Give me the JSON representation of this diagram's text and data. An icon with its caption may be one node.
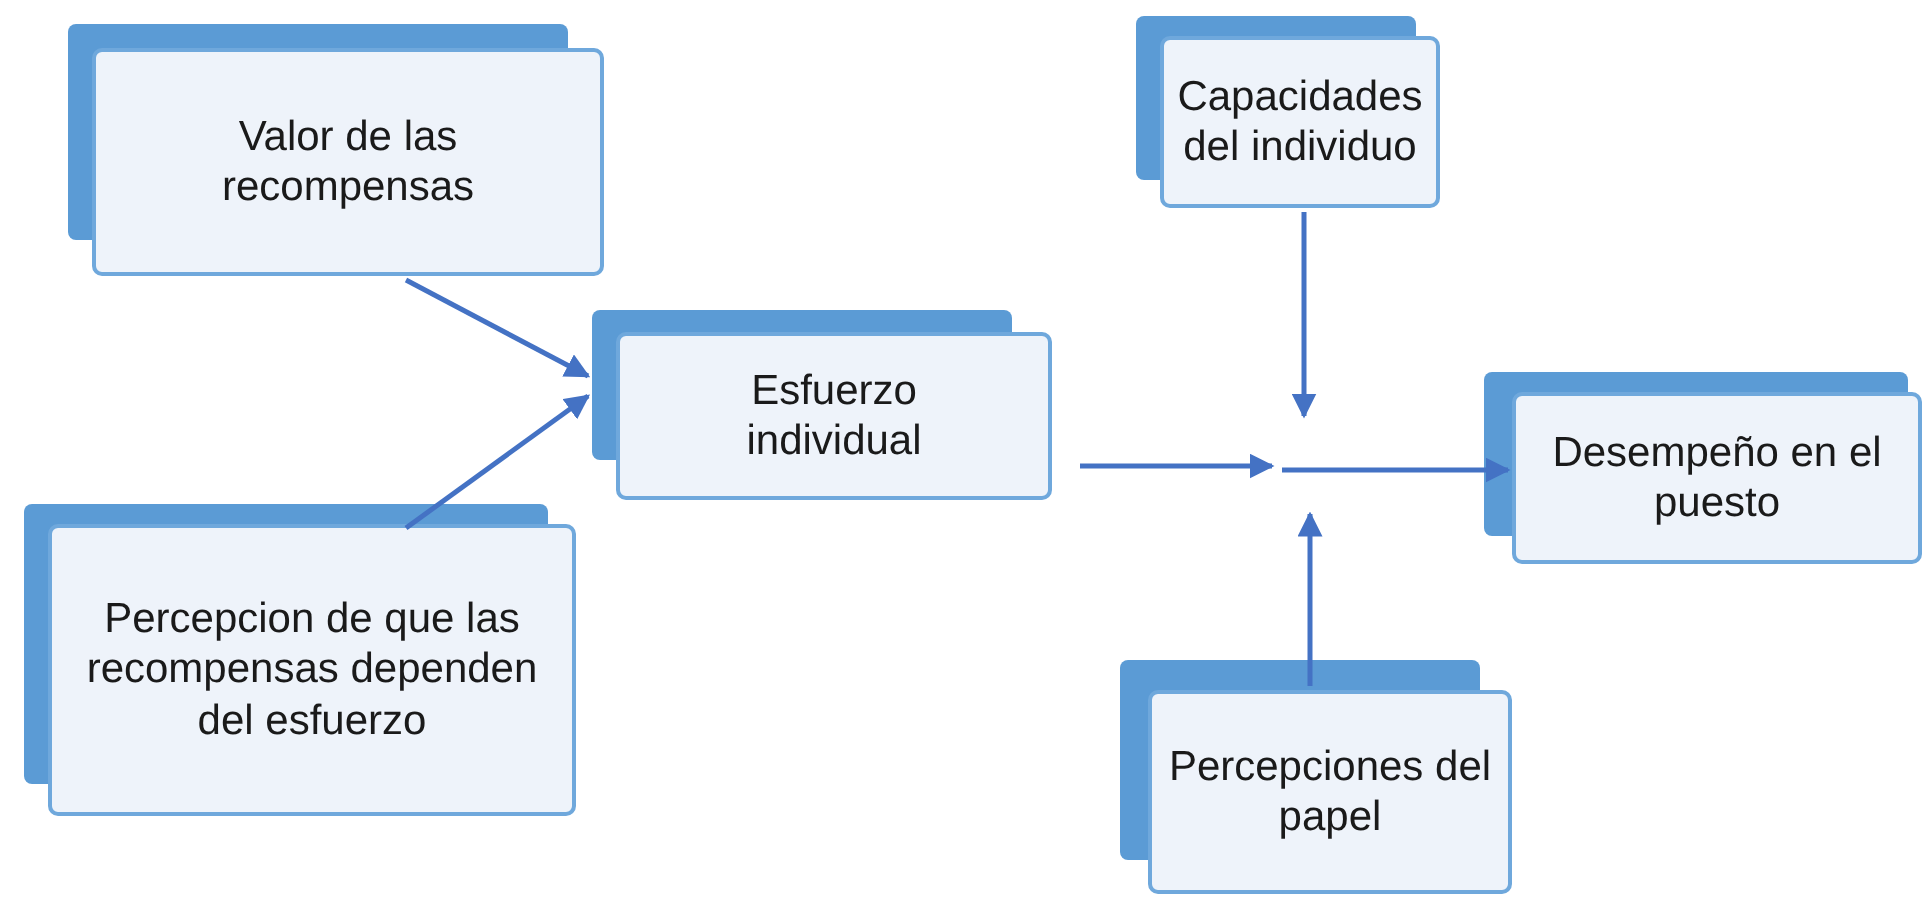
{
  "diagram": {
    "nodes": [
      {
        "text": [
          "Valor de las recompensas"
        ]
      },
      {
        "text": [
          "Esfuerzo individual"
        ]
      },
      {
        "text": [
          "Percepcion de que las recompensas dependen del esfuerzo"
        ]
      },
      {
        "text": [
          "Capacidades del individuo"
        ]
      },
      {
        "text": [
          "Desempeño en el puesto"
        ]
      },
      {
        "text": [
          "Percepciones del papel"
        ]
      }
    ],
    "edges": [
      {
        "from": 0,
        "to": 1,
        "arrow": "to"
      },
      {
        "from": 2,
        "to": 1,
        "arrow": "to"
      },
      {
        "from": 1,
        "to": null,
        "arrow": "to"
      },
      {
        "from": 3,
        "to": null,
        "arrow": "to"
      },
      {
        "from": 5,
        "to": null,
        "arrow": "to"
      },
      {
        "from": null,
        "to": 4,
        "arrow": "to"
      }
    ]
  }
}
